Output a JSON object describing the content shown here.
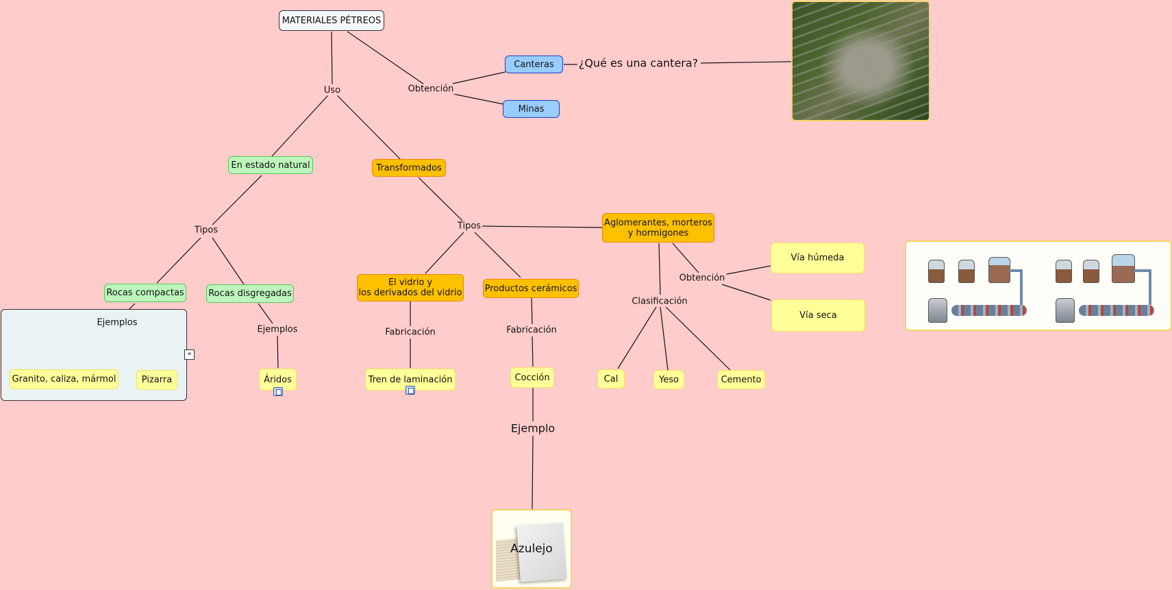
{
  "diagram": {
    "root": "MATERIALES PÉTREOS",
    "nodes": {
      "uso": "Uso",
      "obtencion": "Obtención",
      "canteras": "Canteras",
      "minas": "Minas",
      "que_es_cantera": "¿Qué es una cantera?",
      "estado_natural": "En estado natural",
      "transformados": "Transformados",
      "tipos_natural": "Tipos",
      "tipos_transformados": "Tipos",
      "rocas_compactas": "Rocas compactas",
      "rocas_disgregadas": "Rocas disgregadas",
      "ejemplos_compactas": "Ejemplos",
      "ejemplos_disgregadas": "Ejemplos",
      "granito": "Granito, caliza, mármol",
      "pizarra": "Pizarra",
      "aridos": "Áridos",
      "vidrio_line1": "El vidrio y",
      "vidrio_line2": "los derivados del vidrio",
      "ceramicos": "Productos cerámicos",
      "aglomerantes_line1": "Aglomerantes, morteros",
      "aglomerantes_line2": "y hormigones",
      "fabricacion_vidrio": "Fabricación",
      "fabricacion_ceramicos": "Fabricación",
      "tren_laminacion": "Tren de laminación",
      "coccion": "Cocción",
      "ejemplo": "Ejemplo",
      "azulejo": "Azulejo",
      "obtencion_aglomerantes": "Obtención",
      "via_humeda": "Vía húmeda",
      "via_seca": "Vía seca",
      "clasificacion": "Clasificación",
      "cal": "Cal",
      "yeso": "Yeso",
      "cemento": "Cemento"
    },
    "collapse_icon": "«",
    "icons": [
      "note-icon",
      "collapse-icon"
    ],
    "images": [
      "quarry-photo",
      "cement-process-diagram",
      "tile-photo"
    ],
    "colors": {
      "background": "#ffcccc",
      "blue": "#99ccff",
      "green": "#bdf5bd",
      "orange": "#ffc000",
      "yellow": "#ffff99"
    }
  }
}
